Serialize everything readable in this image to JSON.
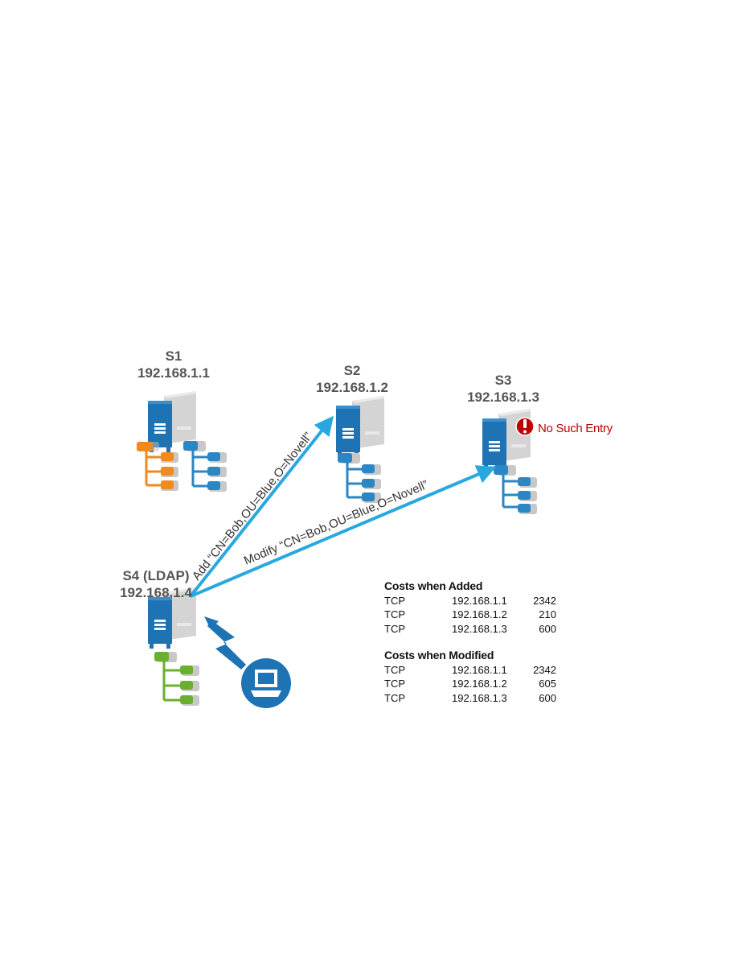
{
  "servers": {
    "s1": {
      "name": "S1",
      "ip": "192.168.1.1"
    },
    "s2": {
      "name": "S2",
      "ip": "192.168.1.2"
    },
    "s3": {
      "name": "S3",
      "ip": "192.168.1.3"
    },
    "s4": {
      "name": "S4 (LDAP)",
      "ip": "192.168.1.4"
    }
  },
  "operations": {
    "add": "Add “CN=Bob,OU=Blue,O=Novell”",
    "modify": "Modify “CN=Bob,OU=Blue,O=Novell”"
  },
  "alert": {
    "text": "No Such Entry",
    "icon": "exclamation-icon",
    "color": "#c00000"
  },
  "costs_added": {
    "title": "Costs when Added",
    "rows": [
      {
        "proto": "TCP",
        "ip": "192.168.1.1",
        "cost": "2342"
      },
      {
        "proto": "TCP",
        "ip": "192.168.1.2",
        "cost": "210"
      },
      {
        "proto": "TCP",
        "ip": "192.168.1.3",
        "cost": "600"
      }
    ]
  },
  "costs_modified": {
    "title": "Costs when Modified",
    "rows": [
      {
        "proto": "TCP",
        "ip": "192.168.1.1",
        "cost": "2342"
      },
      {
        "proto": "TCP",
        "ip": "192.168.1.2",
        "cost": "605"
      },
      {
        "proto": "TCP",
        "ip": "192.168.1.3",
        "cost": "600"
      }
    ]
  },
  "colors": {
    "arrow": "#29a8e0",
    "server_front": "#1e73b4",
    "server_side": "#d0d0d0",
    "tree_orange": "#f08a1e",
    "tree_blue": "#2a86c4",
    "tree_green": "#6ab02e",
    "workstation": "#1e73b4"
  }
}
